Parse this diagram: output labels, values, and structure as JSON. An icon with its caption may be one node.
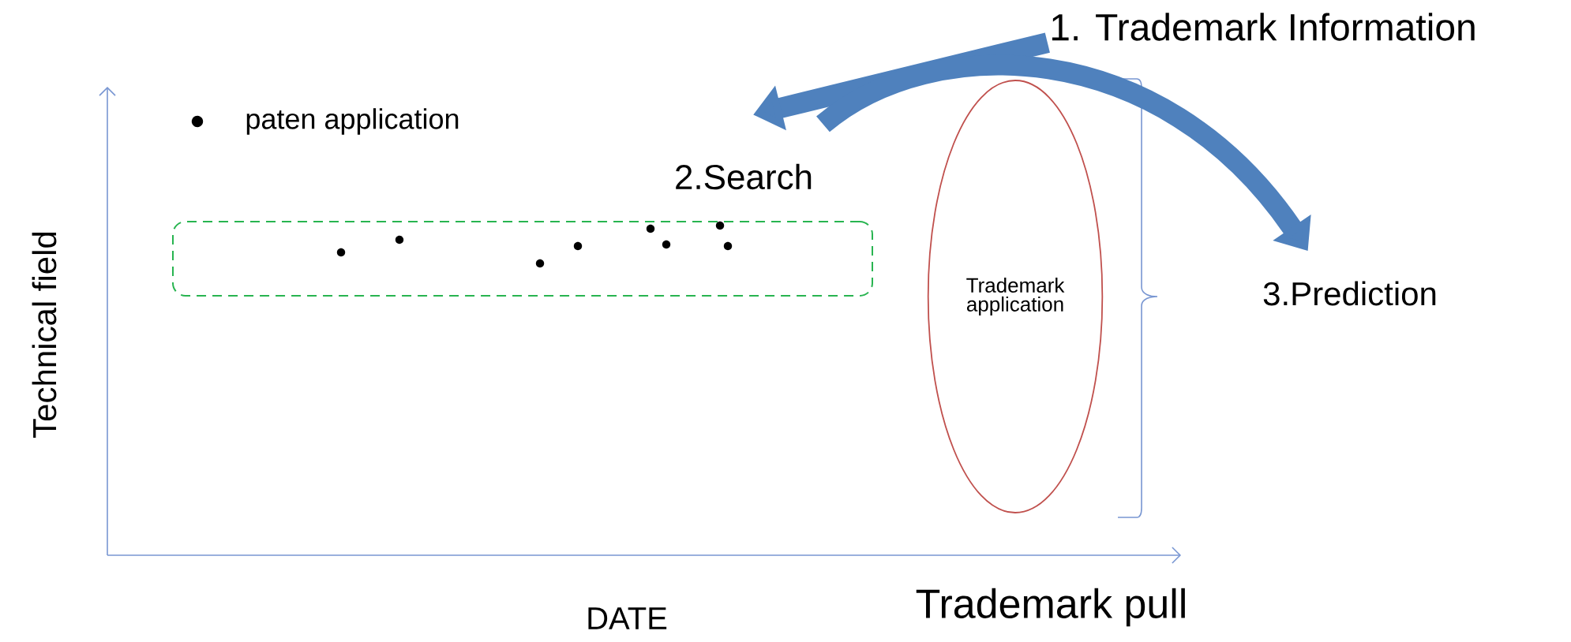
{
  "diagram": {
    "nodes": [
      {
        "text": [
          "1. Trademark Information"
        ]
      },
      {
        "text": [
          "2.Search"
        ]
      },
      {
        "text": [],
        "shape": "box"
      },
      {
        "text": [
          "Trademark application"
        ]
      },
      {
        "text": [
          "3.Prediction"
        ]
      }
    ],
    "edges": [
      {
        "from": 0,
        "to": 1,
        "arrow": "to"
      },
      {
        "from": 1,
        "to": 4,
        "arrow": "to"
      }
    ],
    "labels": [
      "Technical field",
      "DATE",
      "Trademark pull"
    ],
    "legend": [
      {
        "text": "paten application"
      }
    ]
  }
}
